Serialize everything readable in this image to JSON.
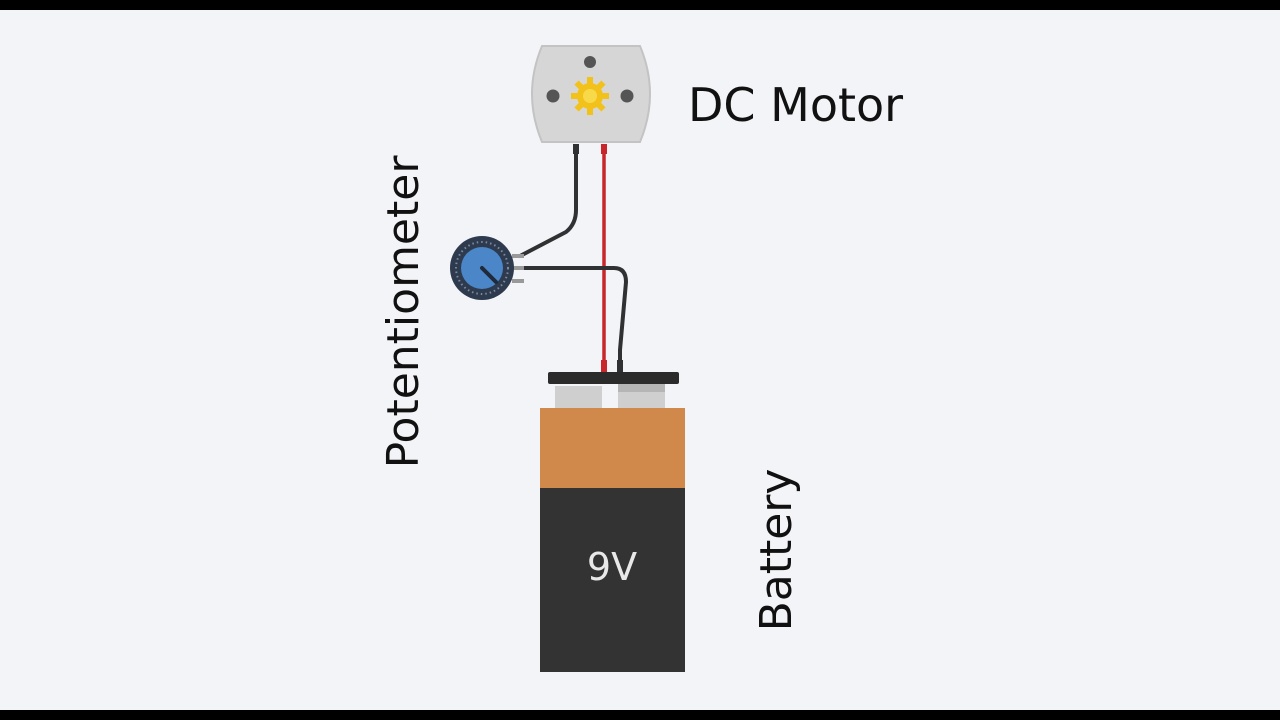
{
  "labels": {
    "motor": "DC Motor",
    "potentiometer": "Potentiometer",
    "battery": "Battery"
  },
  "battery": {
    "voltage": "9V"
  },
  "colors": {
    "background": "#f2f4f7",
    "wire_black": "#2f3133",
    "wire_red": "#c8262b",
    "motor_body": "#d6d6d6",
    "gear": "#f2c21b",
    "pot_knob": "#4a86c8",
    "battery_top": "#d0894a",
    "battery_body": "#333333"
  }
}
